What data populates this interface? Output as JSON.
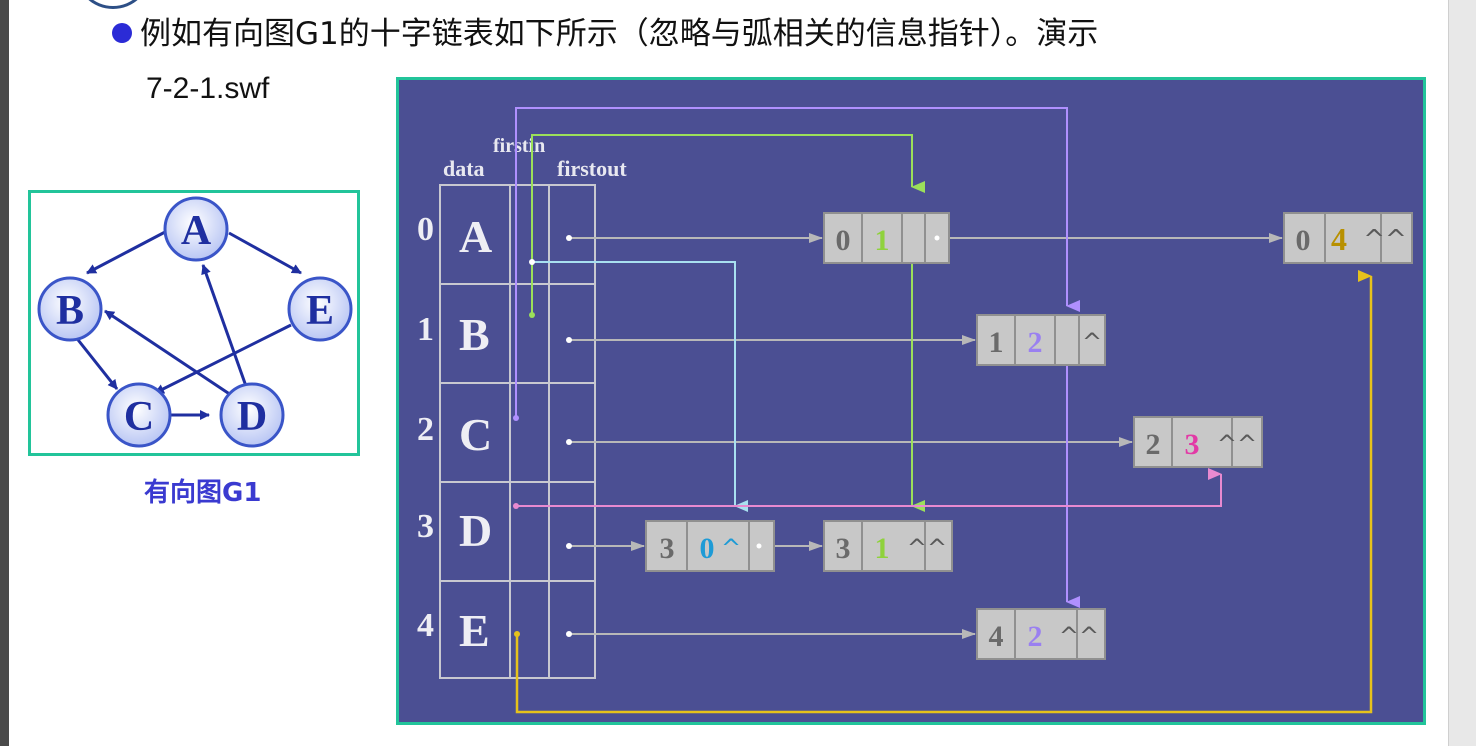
{
  "headline": "例如有向图G1的十字链表如下所示（忽略与弧相关的信息指针）。演示",
  "demo_file": "7-2-1.swf",
  "graph": {
    "caption": "有向图G1",
    "nodes": [
      "A",
      "B",
      "E",
      "C",
      "D"
    ]
  },
  "orthogonal_list": {
    "headers": {
      "data": "data",
      "firstin": "firstin",
      "firstout": "firstout"
    },
    "rows": [
      {
        "index": "0",
        "data": "A"
      },
      {
        "index": "1",
        "data": "B"
      },
      {
        "index": "2",
        "data": "C"
      },
      {
        "index": "3",
        "data": "D"
      },
      {
        "index": "4",
        "data": "E"
      }
    ],
    "arc_nodes": [
      {
        "tail": "0",
        "head": "1",
        "flag": ""
      },
      {
        "tail": "0",
        "head": "4",
        "flag": "^^"
      },
      {
        "tail": "1",
        "head": "2",
        "flag": "^"
      },
      {
        "tail": "2",
        "head": "3",
        "flag": "^^"
      },
      {
        "tail": "3",
        "head": "0",
        "flag": "^"
      },
      {
        "tail": "3",
        "head": "1",
        "flag": "^^"
      },
      {
        "tail": "4",
        "head": "2",
        "flag": "^^"
      }
    ],
    "colors": {
      "background": "#4b4f93",
      "frame": "#22c49a",
      "green": "#9be05a",
      "violet": "#b090ff",
      "magenta": "#e23aa6",
      "cyan": "#1e9bd6",
      "yellow": "#e6c21c",
      "gray_line": "#b8b8b8"
    }
  }
}
